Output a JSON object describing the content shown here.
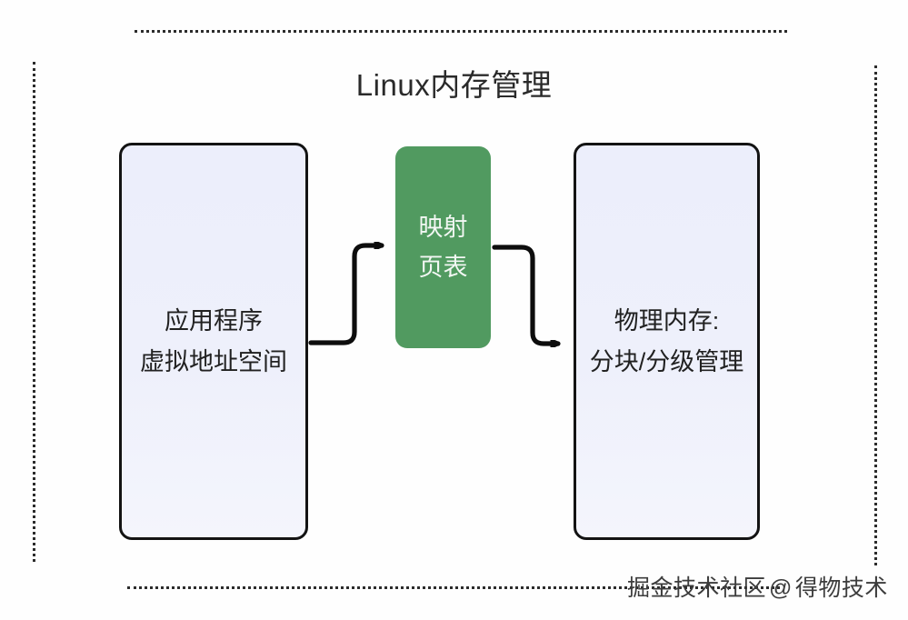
{
  "diagram": {
    "title": "Linux内存管理",
    "nodes": [
      {
        "id": "virtual-address-space",
        "label": "应用程序\n虚拟地址空间",
        "fill": "#eceefb",
        "stroke": "#131313",
        "text_color": "#212121"
      },
      {
        "id": "page-table",
        "label": "映射\n页表",
        "fill": "#519a60",
        "stroke": "#519a60",
        "text_color": "#f2f7f3"
      },
      {
        "id": "physical-memory",
        "label": "物理内存:\n分块/分级管理",
        "fill": "#eceefb",
        "stroke": "#131313",
        "text_color": "#212121"
      }
    ],
    "edges": [
      {
        "id": "edge-virtual-to-pagetable",
        "from": "virtual-address-space",
        "to": "page-table",
        "style": "stepped-arrow",
        "color": "#0d0d0d"
      },
      {
        "id": "edge-pagetable-to-physical",
        "from": "page-table",
        "to": "physical-memory",
        "style": "stepped-arrow",
        "color": "#0d0d0d"
      }
    ],
    "frame": {
      "style": "dotted",
      "color": "#2b2b2b"
    }
  },
  "watermark": {
    "source": "掘金技术社区",
    "at": "@",
    "author": "得物技术"
  }
}
